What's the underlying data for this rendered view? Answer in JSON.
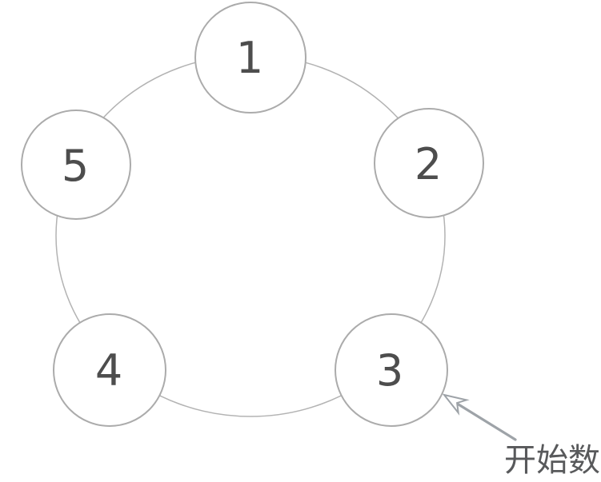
{
  "diagram": {
    "kind": "circular-counting-diagram",
    "nodes": [
      {
        "label": "1"
      },
      {
        "label": "2"
      },
      {
        "label": "3"
      },
      {
        "label": "4"
      },
      {
        "label": "5"
      }
    ],
    "annotation": {
      "label": "开始数",
      "points_to_node": "3"
    },
    "colors": {
      "background": "#ffffff",
      "ring_stroke": "#b3b3b3",
      "circle_stroke": "#ababab",
      "circle_fill": "#ffffff",
      "number_text": "#4d4d4d",
      "arrow": "#9ea3a8",
      "annotation_text": "#58595b"
    }
  }
}
